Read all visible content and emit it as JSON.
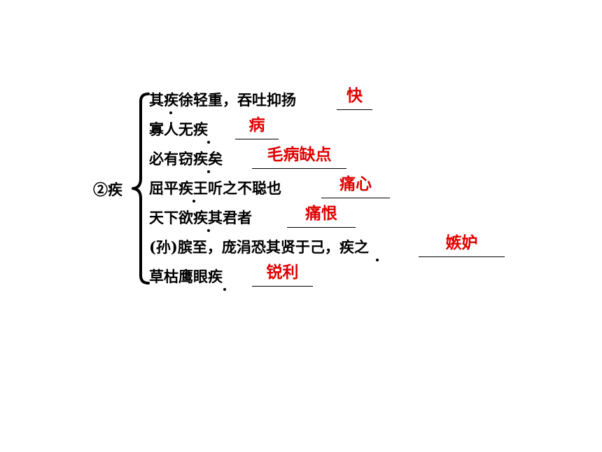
{
  "head_label": "②疾",
  "answer_color": "#e00000",
  "items": [
    {
      "sentence": "其疾徐轻重，吞吐抑扬",
      "answer": "快"
    },
    {
      "sentence": "寡人无疾",
      "answer": "病"
    },
    {
      "sentence": "必有窃疾矣",
      "answer": "毛病缺点"
    },
    {
      "sentence": "屈平疾王听之不聪也",
      "answer": "痛心"
    },
    {
      "sentence": "天下欲疾其君者",
      "answer": "痛恨"
    },
    {
      "sentence": "(孙)膑至，庞涓恐其贤于己，疾之",
      "answer": "嫉妒"
    },
    {
      "sentence": "草枯鹰眼疾",
      "answer": "锐利"
    }
  ]
}
